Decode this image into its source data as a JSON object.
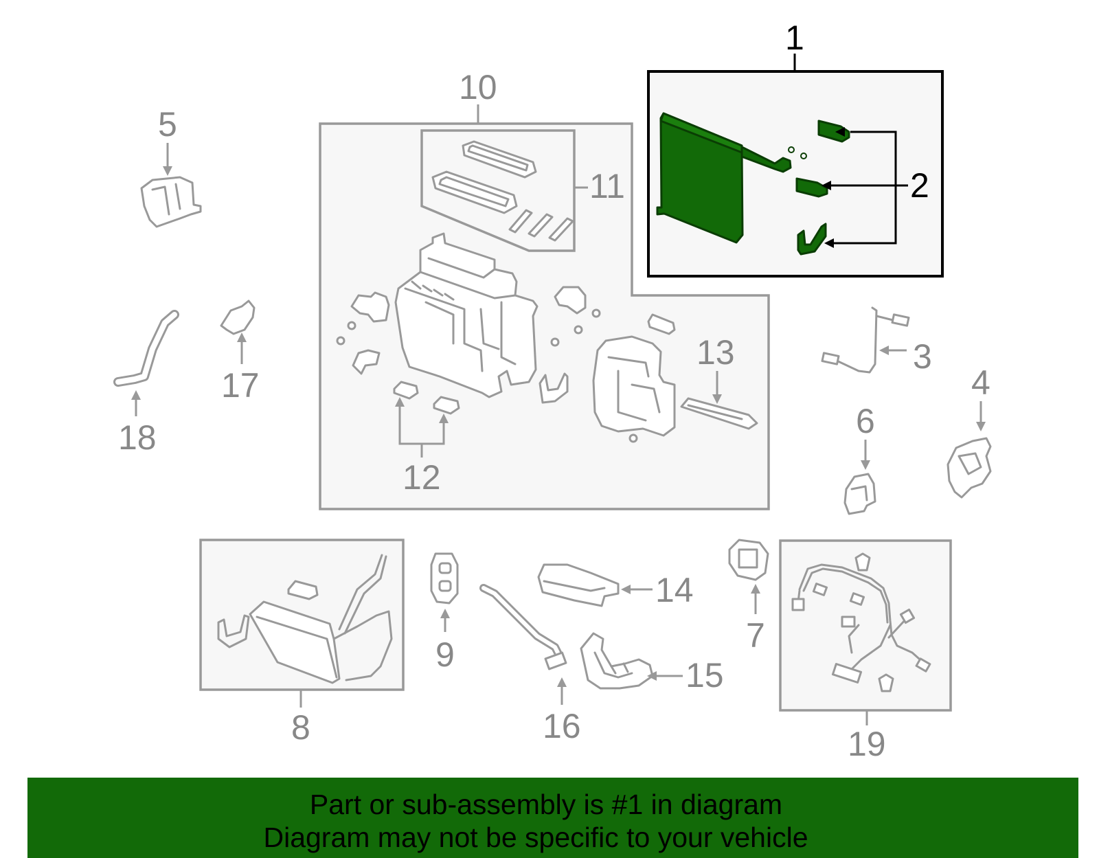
{
  "callouts": {
    "c1": "1",
    "c2": "2",
    "c3": "3",
    "c4": "4",
    "c5": "5",
    "c6": "6",
    "c7": "7",
    "c8": "8",
    "c9": "9",
    "c10": "10",
    "c11": "11",
    "c12": "12",
    "c13": "13",
    "c14": "14",
    "c15": "15",
    "c16": "16",
    "c17": "17",
    "c18": "18",
    "c19": "19"
  },
  "colors": {
    "highlight": "#126a08",
    "parts_line": "#999999",
    "selected_box": "#000000",
    "banner": "#126a08"
  },
  "banner": {
    "line1": "Part or sub-assembly is #1 in diagram",
    "line2": "Diagram may not be specific to your vehicle"
  }
}
